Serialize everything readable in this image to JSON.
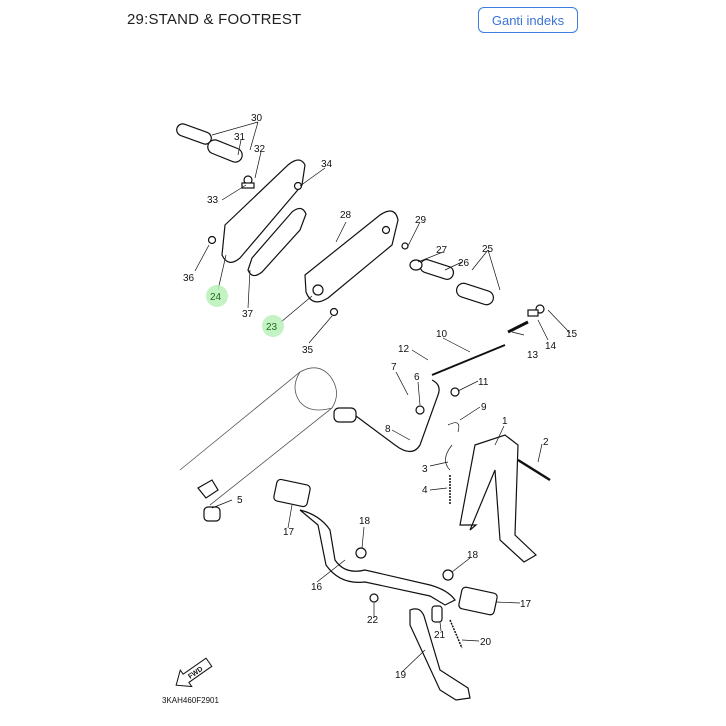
{
  "header": {
    "title": "29:STAND & FOOTREST",
    "index_button_label": "Ganti indeks"
  },
  "colors": {
    "accent": "#3a74d8",
    "highlight": "#b8f0b8"
  },
  "diagram": {
    "code": "3KAH460F2901",
    "fwd_label": "FWD",
    "callouts": {
      "c1": "1",
      "c2": "2",
      "c3": "3",
      "c4": "4",
      "c5": "5",
      "c6": "6",
      "c7": "7",
      "c8": "8",
      "c9": "9",
      "c10": "10",
      "c11": "11",
      "c12": "12",
      "c13": "13",
      "c14": "14",
      "c15": "15",
      "c16": "16",
      "c17a": "17",
      "c17b": "17",
      "c18a": "18",
      "c18b": "18",
      "c19": "19",
      "c20": "20",
      "c21": "21",
      "c22": "22",
      "c23": "23",
      "c24": "24",
      "c25": "25",
      "c26": "26",
      "c27": "27",
      "c28": "28",
      "c29": "29",
      "c30": "30",
      "c31": "31",
      "c32": "32",
      "c33": "33",
      "c34": "34",
      "c35": "35",
      "c36": "36",
      "c37": "37"
    }
  }
}
